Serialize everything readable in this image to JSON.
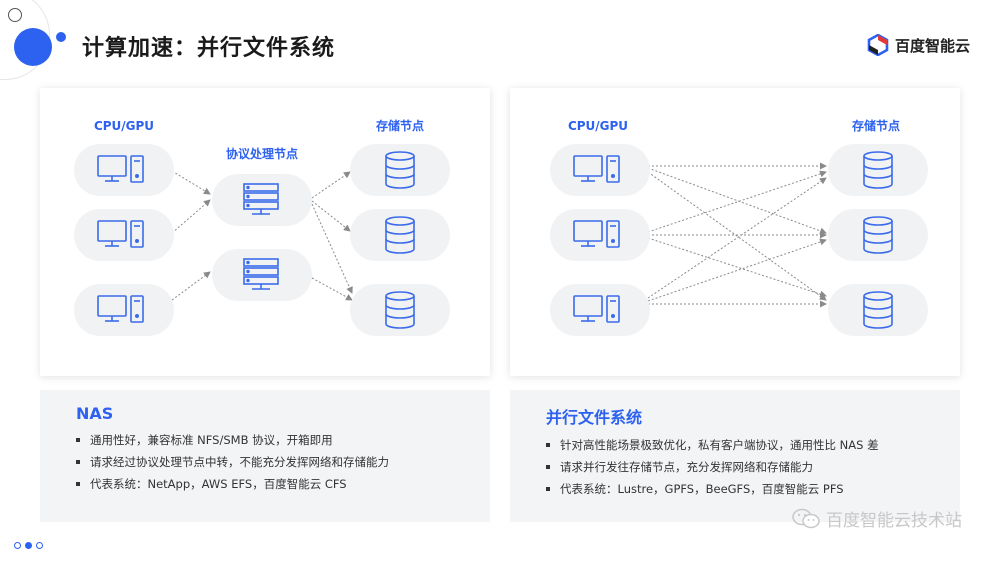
{
  "slide": {
    "title": "计算加速：并行文件系统",
    "logo_text": "百度智能云"
  },
  "colors": {
    "accent": "#2d62f0",
    "icon_fill": "#3b6bea",
    "node_bg": "#f1f2f4",
    "arrow": "#8a8a8a"
  },
  "left_panel": {
    "client_label": "CPU/GPU",
    "proxy_label": "协议处理节点",
    "storage_label": "存储节点",
    "description": {
      "title": "NAS",
      "bullets": [
        "通用性好，兼容标准 NFS/SMB 协议，开箱即用",
        "请求经过协议处理节点中转，不能充分发挥网络和存储能力",
        "代表系统：NetApp，AWS EFS，百度智能云 CFS"
      ]
    }
  },
  "right_panel": {
    "client_label": "CPU/GPU",
    "storage_label": "存储节点",
    "description": {
      "title": "并行文件系统",
      "bullets": [
        "针对高性能场景极致优化，私有客户端协议，通用性比 NAS 差",
        "请求并行发往存储节点，充分发挥网络和存储能力",
        "代表系统：Lustre，GPFS，BeeGFS，百度智能云 PFS"
      ]
    }
  },
  "watermark": "百度智能云技术站",
  "icons": {
    "client": "computer-icon",
    "proxy": "server-icon",
    "storage": "database-icon"
  }
}
